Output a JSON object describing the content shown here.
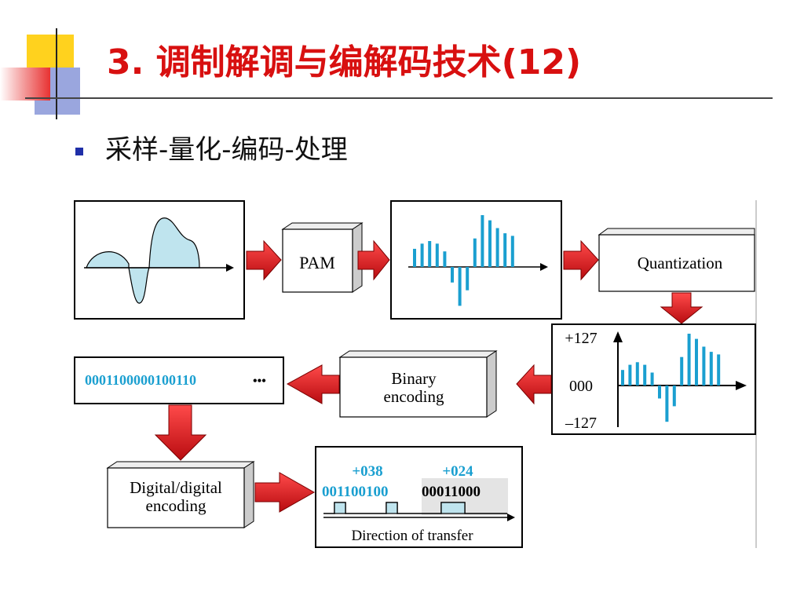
{
  "slide": {
    "title": "3. 调制解调与编解码技术(12)",
    "bullet": "采样-量化-编码-处理"
  },
  "diagram": {
    "pam_label": "PAM",
    "quantization_label": "Quantization",
    "quant_axis": {
      "top": "+127",
      "mid": "000",
      "bottom": "–127"
    },
    "binary_encoding_label": [
      "Binary",
      "encoding"
    ],
    "bit_stream": "0001100000100110",
    "bit_stream_ellipsis": "•••",
    "digital_encoding_label": [
      "Digital/digital",
      "encoding"
    ],
    "transfer": {
      "value_a": "+038",
      "value_b": "+024",
      "bits_a": "001100100",
      "bits_b": "00011000",
      "direction_label": "Direction of transfer"
    },
    "pam_samples": [
      0.35,
      0.45,
      0.5,
      0.45,
      0.3,
      -0.3,
      -0.75,
      -0.45,
      0.55,
      1.0,
      0.9,
      0.75,
      0.65,
      0.6
    ],
    "quant_samples": [
      0.3,
      0.4,
      0.45,
      0.4,
      0.25,
      -0.25,
      -0.7,
      -0.4,
      0.55,
      1.0,
      0.9,
      0.75,
      0.65,
      0.6
    ]
  },
  "colors": {
    "title": "#d81010",
    "bullet": "#1f2fa8",
    "arrow": "#e8141c",
    "accent": "#1a9fd0",
    "wave_fill": "#bfe4ee"
  }
}
